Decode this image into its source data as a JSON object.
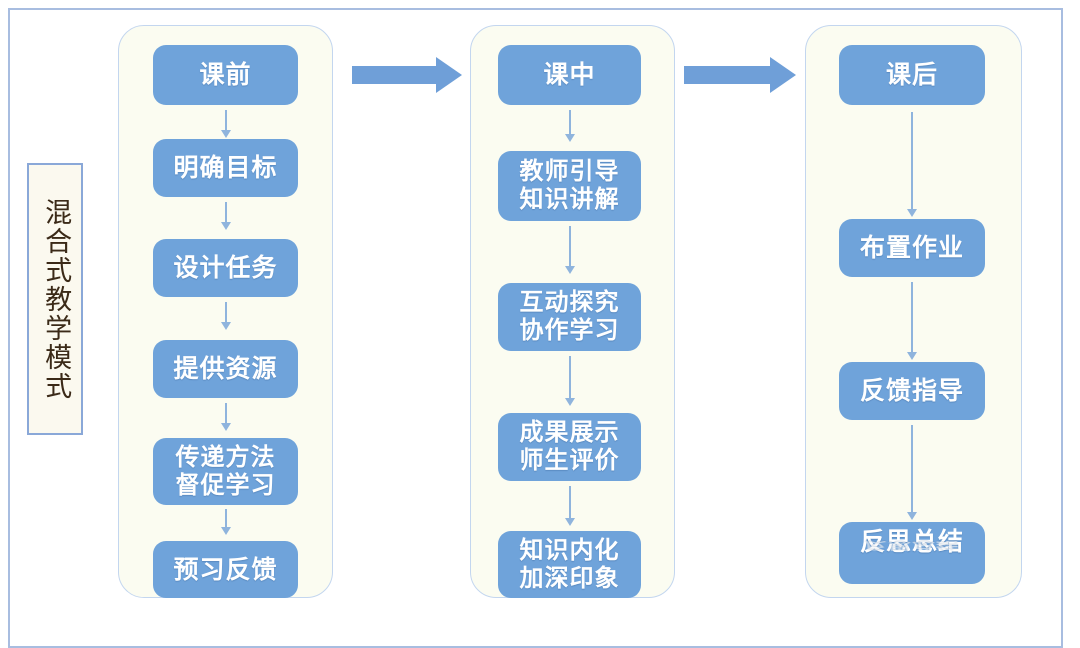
{
  "diagram": {
    "title_vertical": "混合式教学模式",
    "colors": {
      "node_fill": "#6fa3da",
      "node_text": "#ffffff",
      "panel_fill": "#fbfcf1",
      "panel_border": "#c3d6ef",
      "outer_border": "#a8bde0",
      "arrow_block": "#6f9fd8",
      "arrow_thin": "#8fb4dd",
      "label_border": "#8aa8d8",
      "label_fill": "#fbf9ef",
      "label_text": "#3b2a18"
    },
    "stages": [
      {
        "id": "stage-pre-class",
        "header": "课前",
        "nodes": [
          {
            "lines": [
              "课前"
            ]
          },
          {
            "lines": [
              "明确目标"
            ]
          },
          {
            "lines": [
              "设计任务"
            ]
          },
          {
            "lines": [
              "提供资源"
            ]
          },
          {
            "lines": [
              "传递方法",
              "督促学习"
            ]
          },
          {
            "lines": [
              "预习反馈"
            ]
          }
        ]
      },
      {
        "id": "stage-in-class",
        "header": "课中",
        "nodes": [
          {
            "lines": [
              "课中"
            ]
          },
          {
            "lines": [
              "教师引导",
              "知识讲解"
            ]
          },
          {
            "lines": [
              "互动探究",
              "协作学习"
            ]
          },
          {
            "lines": [
              "成果展示",
              "师生评价"
            ]
          },
          {
            "lines": [
              "知识内化",
              "加深印象"
            ]
          }
        ]
      },
      {
        "id": "stage-after-class",
        "header": "课后",
        "nodes": [
          {
            "lines": [
              "课后"
            ]
          },
          {
            "lines": [
              "布置作业"
            ]
          },
          {
            "lines": [
              "反馈指导"
            ]
          },
          {
            "lines": [
              "反思总结"
            ],
            "reflection": "反思总结"
          }
        ]
      }
    ],
    "stage_connectors": [
      {
        "id": "connector-pre-to-in",
        "from": "课前",
        "to": "课中"
      },
      {
        "id": "connector-in-to-after",
        "from": "课中",
        "to": "课后"
      }
    ]
  }
}
